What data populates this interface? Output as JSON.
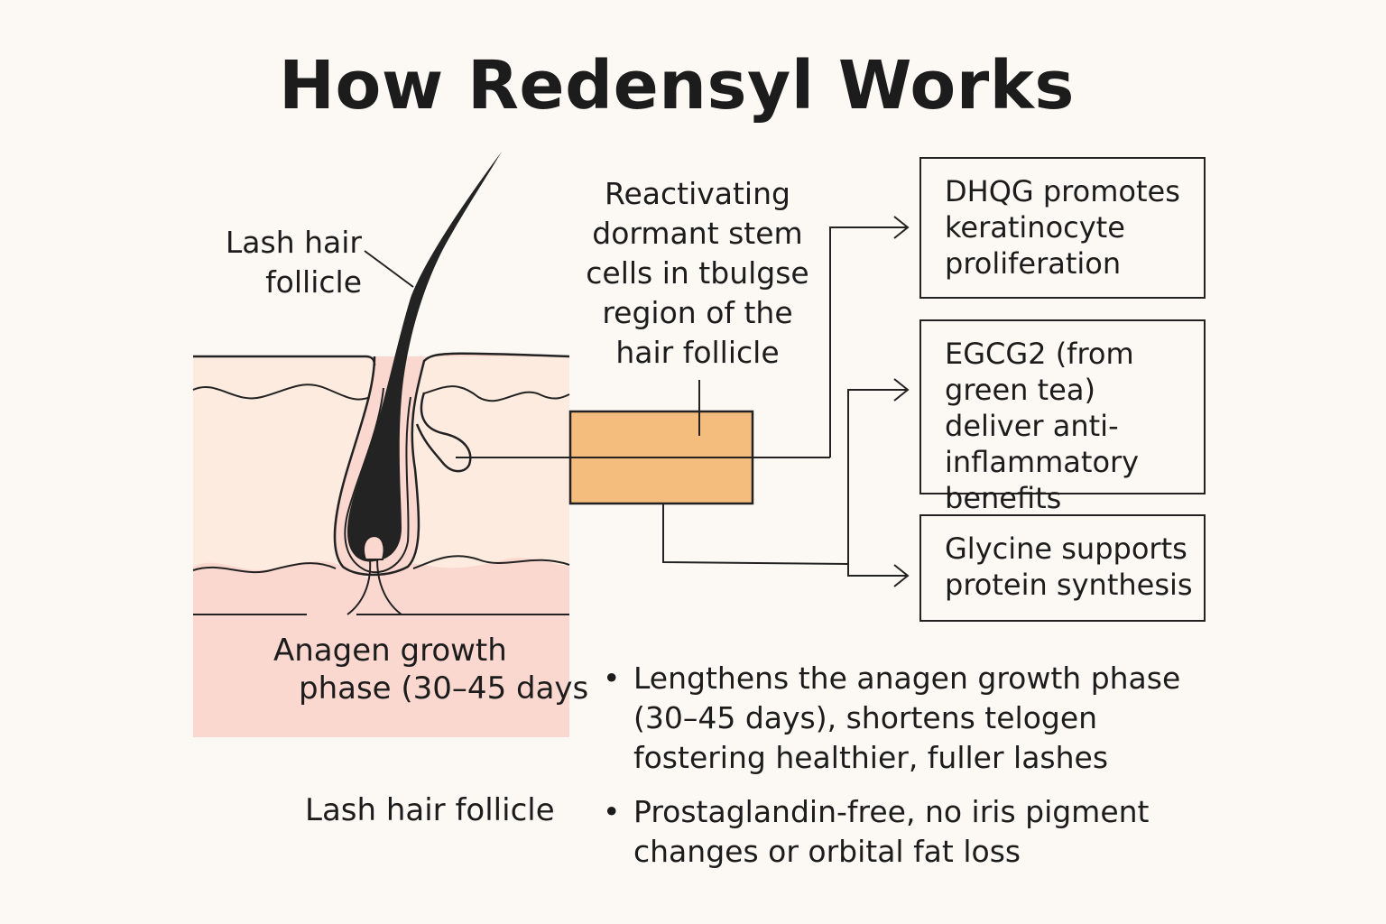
{
  "title": "How Redensyl Works",
  "follicle_label": [
    "Lash hair",
    "follicle"
  ],
  "stem_cell_label": "Reactivating dormant stem cells in tbulgse region of the hair follicle",
  "anagen_label": [
    "Anagen growth",
    "phase (30–45 days"
  ],
  "caption": "Lash hair follicle",
  "boxes": [
    "DHQG promotes keratinocyte proliferation",
    "EGCG2 (from green tea) deliver anti-inflammatory benefits",
    "Glycine supports protein synthesis"
  ],
  "bullets": [
    "Lengthens the anagen growth phase (30–45 days), shortens telogen fostering healthier, fuller lashes",
    "Prostaglandin-free, no iris pigment changes or orbital fat loss"
  ],
  "colors": {
    "skin_upper": "#fdebe0",
    "skin_lower": "#fad7cf",
    "hair": "#222222",
    "bulge_box": "#f5bd7d",
    "background": "#fcf9f5"
  }
}
